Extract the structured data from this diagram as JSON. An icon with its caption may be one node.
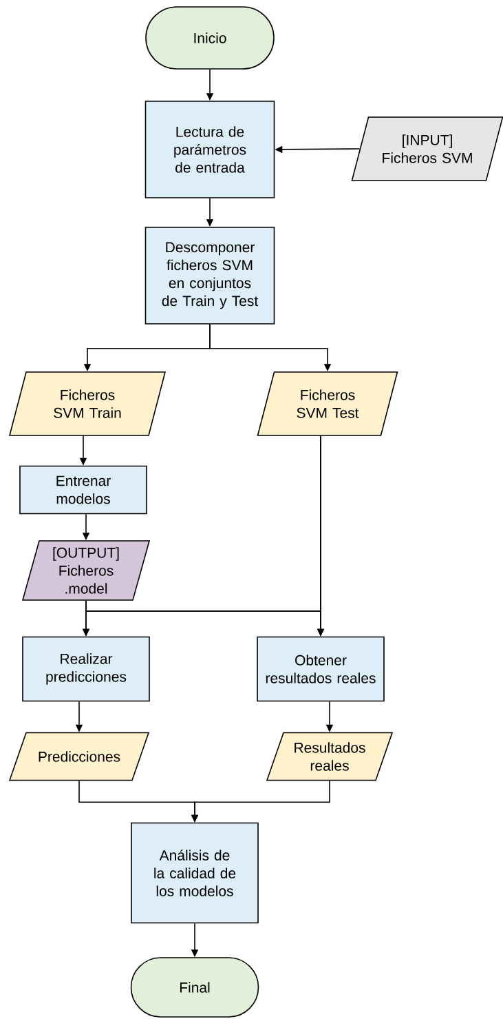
{
  "diagram": {
    "nodes": [
      {
        "text": [
          "Inicio"
        ]
      },
      {
        "text": [
          "Lectura de parámetros de entrada"
        ]
      },
      {
        "text": [
          "[INPUT] Ficheros SVM"
        ]
      },
      {
        "text": [
          "Descomponer ficheros SVM en conjuntos de Train y Test"
        ]
      },
      {
        "text": [
          "Ficheros SVM Train"
        ]
      },
      {
        "text": [
          "Ficheros SVM Test"
        ]
      },
      {
        "text": [
          "Entrenar modelos"
        ]
      },
      {
        "text": [
          "[OUTPUT] Ficheros .model"
        ]
      },
      {
        "text": [
          "Realizar predicciones"
        ]
      },
      {
        "text": [
          "Obtener resultados reales"
        ]
      },
      {
        "text": [
          "Predicciones"
        ]
      },
      {
        "text": [
          "Resultados reales"
        ]
      },
      {
        "text": [
          "Análisis de la calidad de los modelos"
        ]
      },
      {
        "text": [
          "Final"
        ]
      }
    ],
    "edges": [
      {
        "from": 0,
        "to": 1,
        "arrow": "to"
      },
      {
        "from": 2,
        "to": 1,
        "arrow": "to"
      },
      {
        "from": 1,
        "to": 3,
        "arrow": "to"
      },
      {
        "from": 3,
        "to": 4,
        "arrow": "to"
      },
      {
        "from": 3,
        "to": 5,
        "arrow": "to"
      },
      {
        "from": 4,
        "to": 6,
        "arrow": "to"
      },
      {
        "from": 6,
        "to": 7,
        "arrow": "to"
      },
      {
        "from": 7,
        "to": 8,
        "arrow": "to"
      },
      {
        "from": 7,
        "to": 9,
        "arrow": "to"
      },
      {
        "from": 5,
        "to": 8,
        "arrow": "to"
      },
      {
        "from": 5,
        "to": 9,
        "arrow": "to"
      },
      {
        "from": 8,
        "to": 10,
        "arrow": "to"
      },
      {
        "from": 9,
        "to": 11,
        "arrow": "to"
      },
      {
        "from": 10,
        "to": 12,
        "arrow": "to"
      },
      {
        "from": 11,
        "to": 12,
        "arrow": "to"
      },
      {
        "from": 12,
        "to": 13,
        "arrow": "to"
      }
    ]
  }
}
